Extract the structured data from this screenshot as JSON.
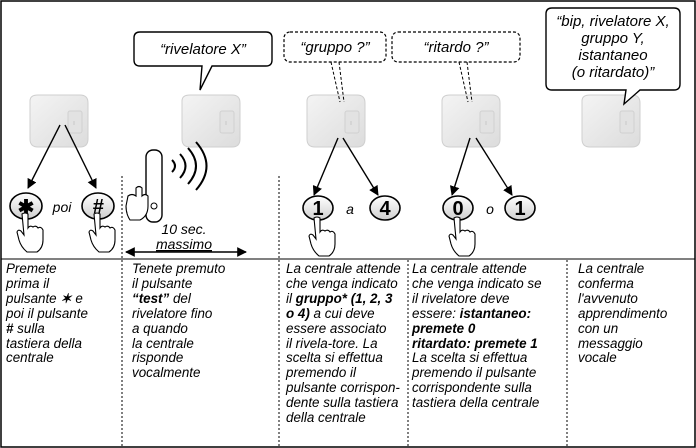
{
  "bubbles": {
    "b1": "“rivelatore X”",
    "b2": "“gruppo ?”",
    "b3": "“ritardo ?”",
    "b4_lines": [
      "“bip, rivelatore X,",
      "gruppo Y,",
      "istantaneo",
      "(o ritardato)”"
    ]
  },
  "keys": {
    "star": "✱",
    "hash": "#",
    "k1": "1",
    "k4": "4",
    "k0": "0",
    "k1b": "1"
  },
  "connectors": {
    "poi": "poi",
    "a": "a",
    "o": "o"
  },
  "timing": {
    "line1": "10 sec.",
    "line2": "massimo"
  },
  "captions": {
    "c1": {
      "l1": "Premete",
      "l2": "prima il",
      "l3a": "pulsante ",
      "l3sym": "✶",
      "l3b": " e",
      "l4": "poi il pulsante",
      "l5sym": "#",
      "l5b": " sulla",
      "l6": "tastiera della",
      "l7": "centrale"
    },
    "c2": {
      "l1": "Tenete premuto",
      "l2": "il pulsante",
      "l3": "“test”",
      "l3b": " del",
      "l4": "rivelatore fino",
      "l5": "a quando",
      "l6": "la centrale",
      "l7": "risponde",
      "l8": "vocalmente"
    },
    "c3": {
      "l1": "La centrale attende",
      "l2": "che venga indicato",
      "l3a": "il ",
      "l3b": "gruppo* (1, 2, 3",
      "l4a": "o 4)",
      "l4b": " a cui deve",
      "l5": "essere associato",
      "l6": "il rivela-tore. La",
      "l7": "scelta si effettua",
      "l8": "premendo il",
      "l9": "pulsante corrispon-",
      "l10": "dente sulla tastiera",
      "l11": "della centrale"
    },
    "c4": {
      "l1": "La centrale attende",
      "l2": "che venga indicato se",
      "l3": "il rivelatore deve",
      "l4a": "essere: ",
      "l4b": "istantaneo:",
      "l5": "premete 0",
      "l6": "ritardato: premete 1",
      "l7": "La scelta si effettua",
      "l8": "premendo il pulsante",
      "l9": "corrispondente sulla",
      "l10": "tastiera della centrale"
    },
    "c5": {
      "l1": "La centrale",
      "l2": "conferma",
      "l3": "l'avvenuto",
      "l4": "apprendimento",
      "l5": "con un",
      "l6": "messaggio",
      "l7": "vocale"
    }
  }
}
